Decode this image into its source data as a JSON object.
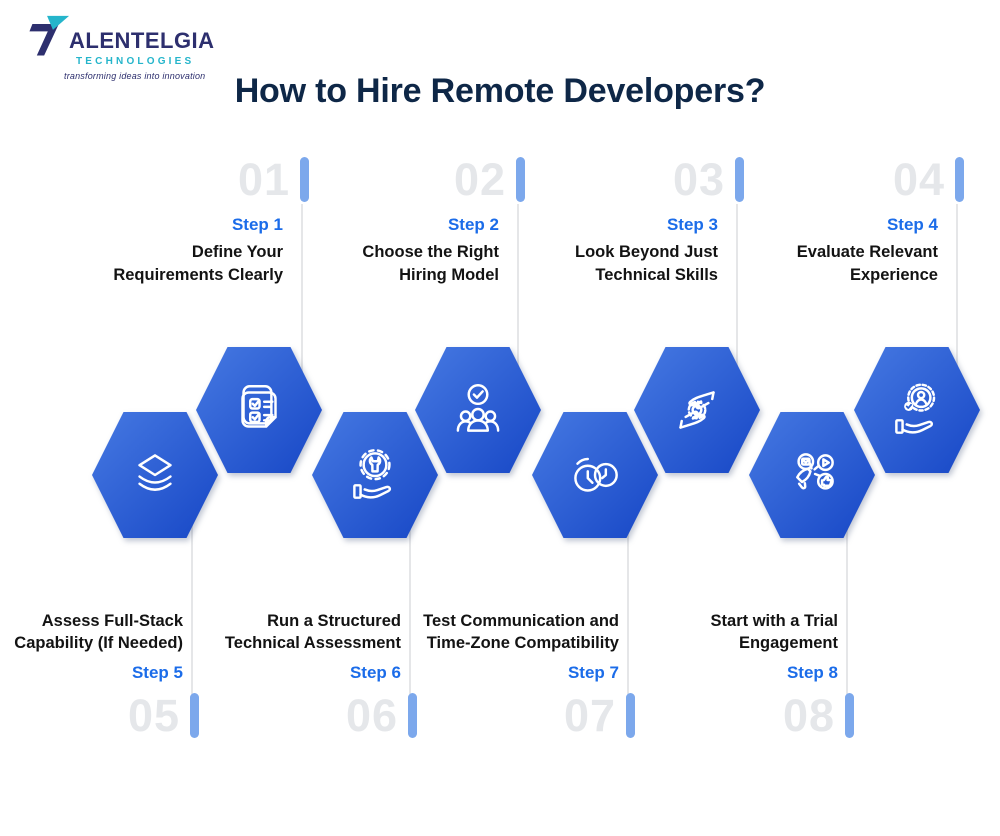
{
  "logo": {
    "name": "ALENTELGIA",
    "sub": "TECHNOLOGIES",
    "tagline": "transforming ideas into innovation"
  },
  "title": "How to Hire Remote Developers?",
  "colors": {
    "accent_blue": "#1b6ce9",
    "bar_blue": "#7ca8ec",
    "number_gray": "#e5e7ea",
    "text_dark": "#131313",
    "title_navy": "#0e2747",
    "line_gray": "#e5e6e8",
    "hex_light": "#4679e2",
    "hex_dark": "#1747c6",
    "logo_navy": "#2d2f6e",
    "logo_teal": "#25b5cb"
  },
  "steps": [
    {
      "number": "01",
      "label": "Step 1",
      "line1": "Define Your",
      "line2": "Requirements Clearly",
      "icon": "checklist-icon"
    },
    {
      "number": "02",
      "label": "Step 2",
      "line1": "Choose the Right",
      "line2": "Hiring Model",
      "icon": "team-check-icon"
    },
    {
      "number": "03",
      "label": "Step 3",
      "line1": "Look Beyond Just",
      "line2": "Technical Skills",
      "icon": "hands-gear-icon"
    },
    {
      "number": "04",
      "label": "Step 4",
      "line1": "Evaluate Relevant",
      "line2": "Experience",
      "icon": "experience-badge-hand-icon"
    },
    {
      "number": "05",
      "label": "Step 5",
      "line1": "Assess Full-Stack",
      "line2": "Capability (If Needed)",
      "icon": "layers-stack-icon"
    },
    {
      "number": "06",
      "label": "Step 6",
      "line1": "Run a Structured",
      "line2": "Technical Assessment",
      "icon": "hand-wrench-gear-icon"
    },
    {
      "number": "07",
      "label": "Step 7",
      "line1": "Test Communication and",
      "line2": "Time-Zone Compatibility",
      "icon": "timezone-clocks-icon"
    },
    {
      "number": "08",
      "label": "Step 8",
      "line1": "Start with a Trial",
      "line2": "Engagement",
      "icon": "megaphone-media-icon"
    }
  ]
}
